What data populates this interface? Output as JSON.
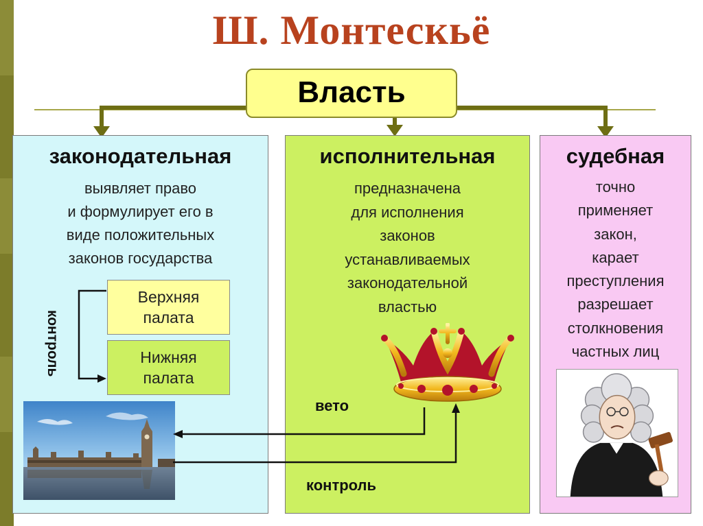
{
  "title": "Ш. Монтескьё",
  "power_label": "Власть",
  "colors": {
    "title": "#b8421e",
    "stripe": "#7c7c2a",
    "connector": "#6e6e14",
    "legislative_bg": "#d4f7fa",
    "executive_bg": "#ccf061",
    "judicial_bg": "#f9c9f3",
    "power_bg": "#ffff8e"
  },
  "branches": {
    "legislative": {
      "title": "законодательная",
      "lines": [
        "выявляет право",
        "и формулирует его в",
        "виде положительных",
        "законов государства"
      ],
      "chambers": {
        "upper": [
          "Верхняя",
          "палата"
        ],
        "lower": [
          "Нижняя",
          "палата"
        ]
      },
      "control_label": "контроль",
      "image": "parliament-building"
    },
    "executive": {
      "title": "исполнительная",
      "lines": [
        "предназначена",
        "для исполнения",
        "законов",
        "устанавливаемых",
        "законодательной",
        "властью"
      ],
      "image": "crown"
    },
    "judicial": {
      "title": "судебная",
      "lines": [
        "точно",
        "применяет",
        "закон,",
        "карает",
        "преступления",
        "разрешает",
        "столкновения",
        "частных лиц"
      ],
      "image": "judge-with-gavel"
    }
  },
  "relations": {
    "veto_label": "вето",
    "control_label": "контроль"
  }
}
